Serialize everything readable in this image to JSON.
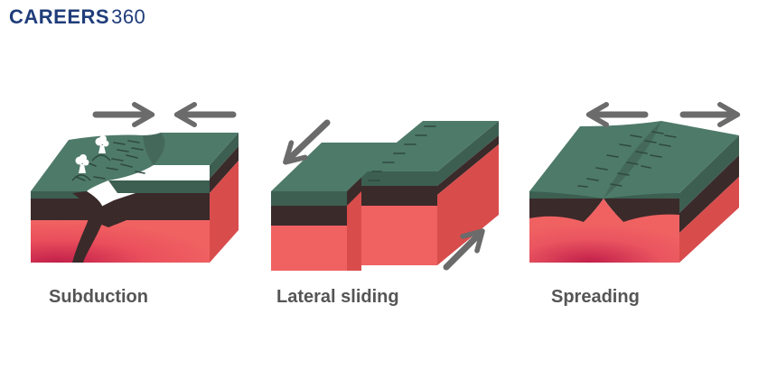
{
  "brand": {
    "word": "CAREERS",
    "number": "360"
  },
  "panels": [
    {
      "label": "Subduction",
      "arrows": [
        "arrow-right",
        "arrow-left"
      ]
    },
    {
      "label": "Lateral sliding",
      "arrows": [
        "arrow-down-left",
        "arrow-up-right"
      ]
    },
    {
      "label": "Spreading",
      "arrows": [
        "arrow-left",
        "arrow-right"
      ]
    }
  ],
  "colors": {
    "brand": "#1f3d7a",
    "crust_top": "#4e7a6a",
    "crust_side": "#3c5f52",
    "lithosphere": "#3b2a2a",
    "mantle_front": "#f06262",
    "mantle_side": "#d94c4c",
    "hotspot": "#c21f4a",
    "arrow": "#6b6b6b",
    "label": "#555555"
  }
}
